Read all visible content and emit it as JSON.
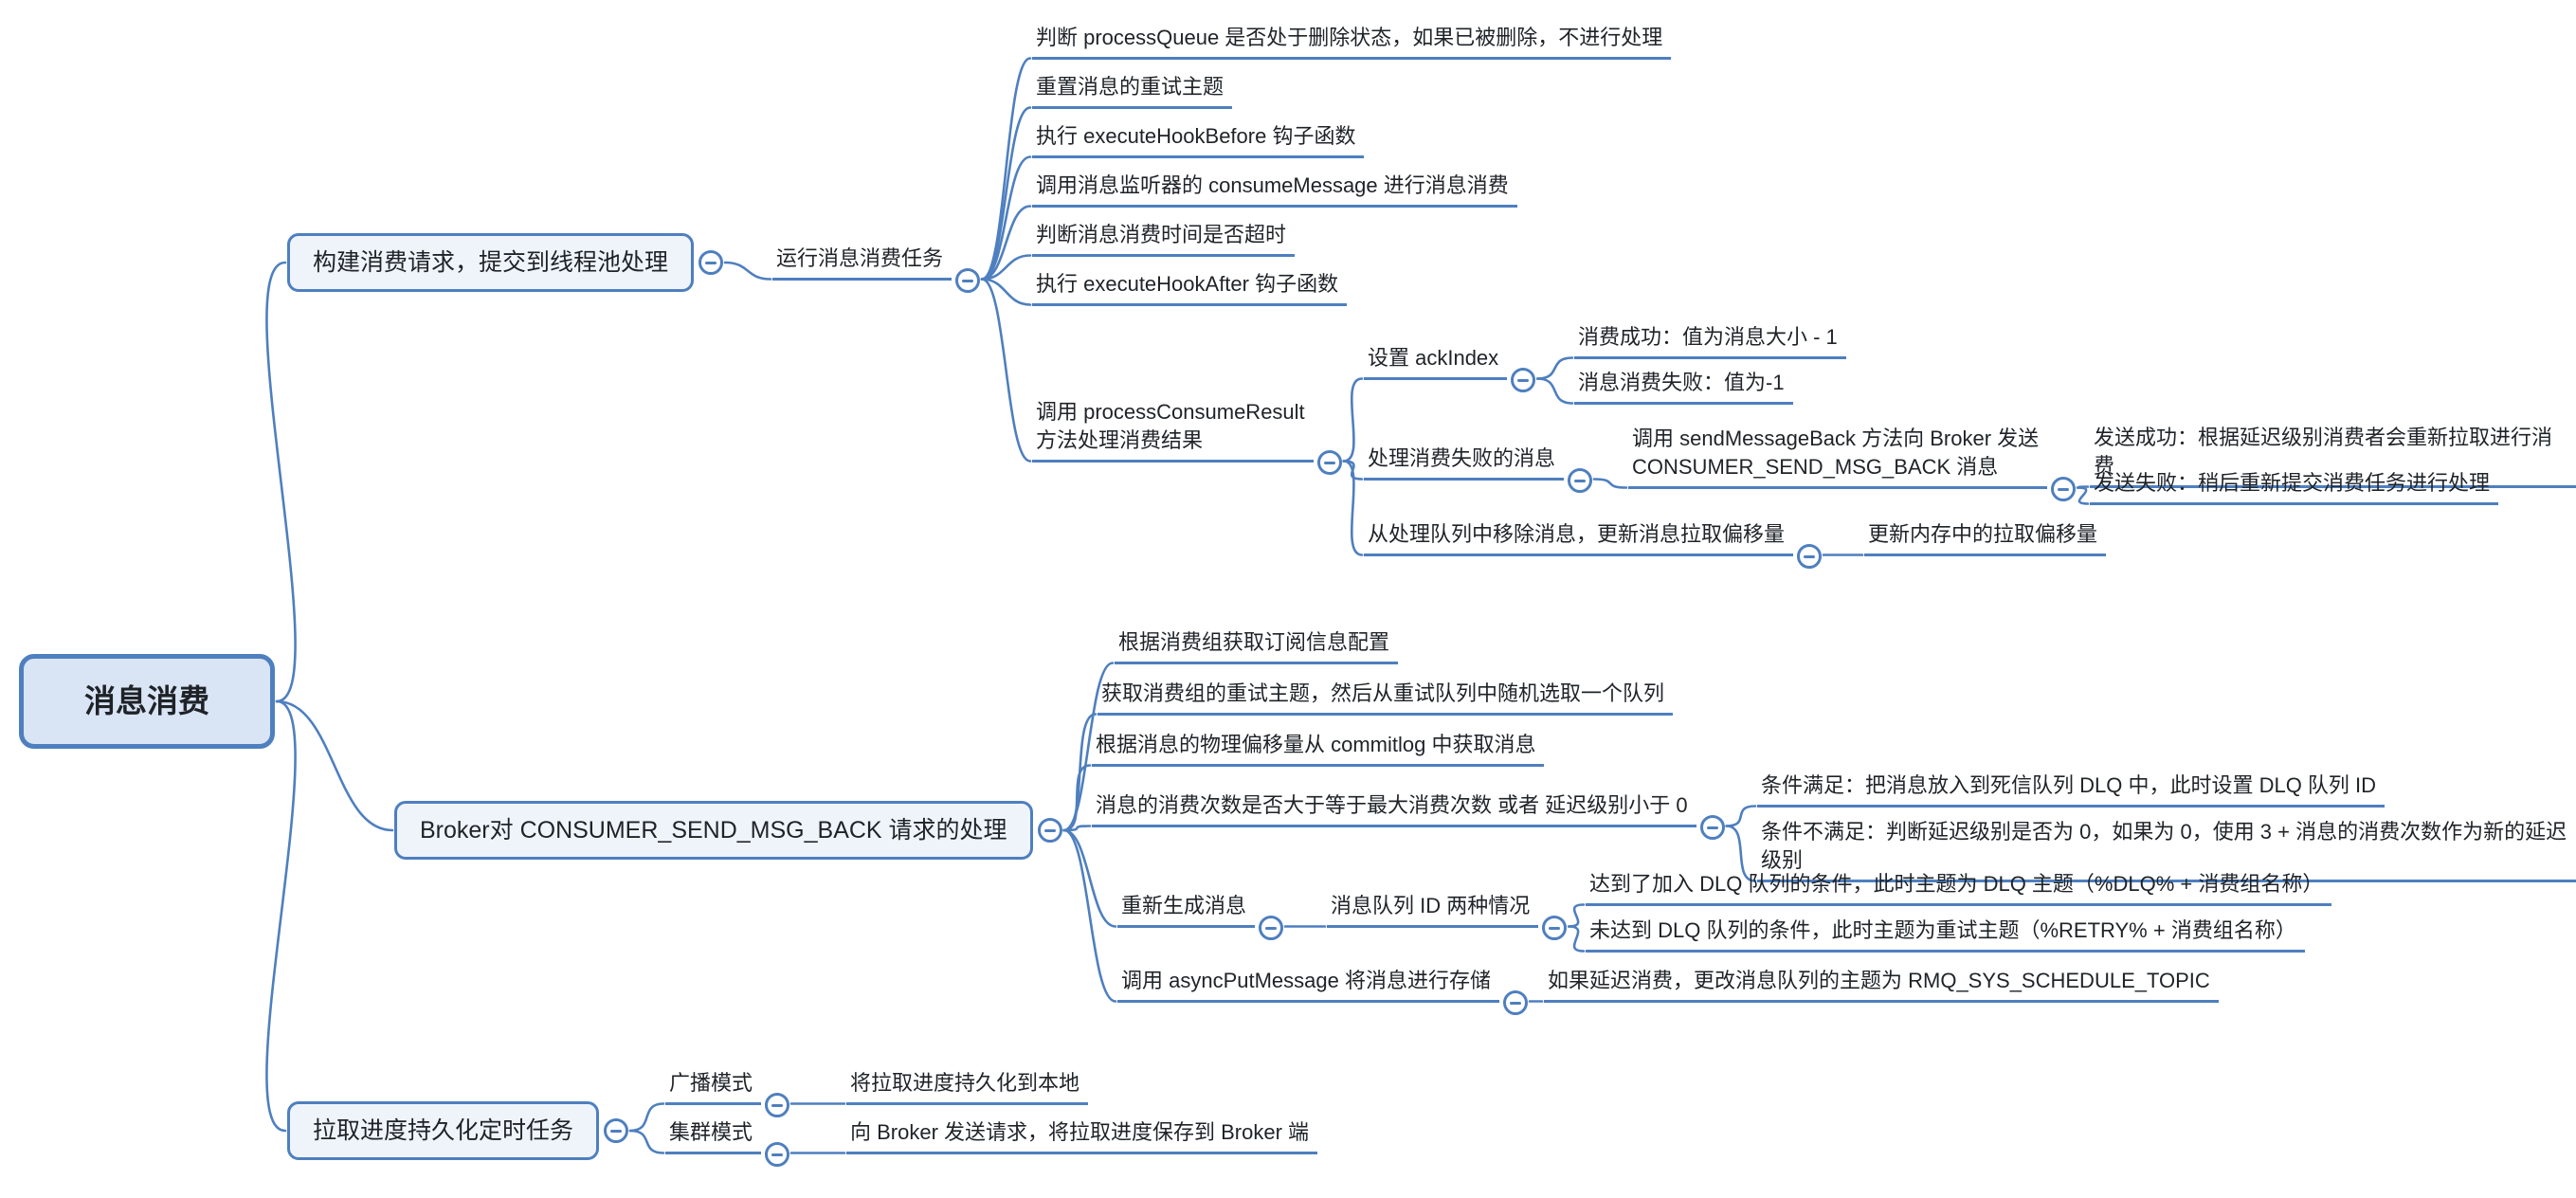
{
  "colors": {
    "accent": "#4e7fbf",
    "root_fill": "#d9e4f4",
    "box_fill": "#eff4fb",
    "text": "#1f2328"
  },
  "nodes": {
    "root": "消息消费",
    "branch1": "构建消费请求，提交到线程池处理",
    "run_task": "运行消息消费任务",
    "check_process_queue": "判断 processQueue 是否处于删除状态，如果已被删除，不进行处理",
    "reset_retry_topic": "重置消息的重试主题",
    "hook_before": "执行 executeHookBefore 钩子函数",
    "consume_message": "调用消息监听器的 consumeMessage 进行消息消费",
    "check_timeout": "判断消息消费时间是否超时",
    "hook_after": "执行 executeHookAfter 钩子函数",
    "process_consume_result": "调用 processConsumeResult\n方法处理消费结果",
    "set_ack_index": "设置 ackIndex",
    "ack_success": "消费成功：值为消息大小 - 1",
    "ack_fail": "消息消费失败：值为-1",
    "handle_failed": "处理消费失败的消息",
    "send_message_back": "调用 sendMessageBack 方法向 Broker 发送\nCONSUMER_SEND_MSG_BACK 消息",
    "send_success": "发送成功：根据延迟级别消费者会重新拉取进行消费",
    "send_fail": "发送失败：稍后重新提交消费任务进行处理",
    "remove_message": "从处理队列中移除消息，更新消息拉取偏移量",
    "update_offset": "更新内存中的拉取偏移量",
    "branch2": "Broker对 CONSUMER_SEND_MSG_BACK 请求的处理",
    "get_subscription": "根据消费组获取订阅信息配置",
    "get_retry_topic": "获取消费组的重试主题，然后从重试队列中随机选取一个队列",
    "get_message": "根据消息的物理偏移量从 commitlog 中获取消息",
    "check_max_times": "消息的消费次数是否大于等于最大消费次数 或者 延迟级别小于 0",
    "cond_met": "条件满足：把消息放入到死信队列 DLQ 中，此时设置 DLQ 队列 ID",
    "cond_not_met": "条件不满足：判断延迟级别是否为 0，如果为 0，使用 3 + 消息的消费次数作为新的延迟级别",
    "regenerate": "重新生成消息",
    "queue_id_cases": "消息队列 ID 两种情况",
    "dlq_case": "达到了加入 DLQ 队列的条件，此时主题为 DLQ 主题（%DLQ% + 消费组名称）",
    "retry_case": "未达到 DLQ 队列的条件，此时主题为重试主题（%RETRY% + 消费组名称）",
    "async_put": "调用 asyncPutMessage 将消息进行存储",
    "schedule_topic": "如果延迟消费，更改消息队列的主题为 RMQ_SYS_SCHEDULE_TOPIC",
    "branch3": "拉取进度持久化定时任务",
    "broadcast_mode": "广播模式",
    "persist_local": "将拉取进度持久化到本地",
    "cluster_mode": "集群模式",
    "persist_broker": "向 Broker 发送请求，将拉取进度保存到 Broker 端"
  }
}
